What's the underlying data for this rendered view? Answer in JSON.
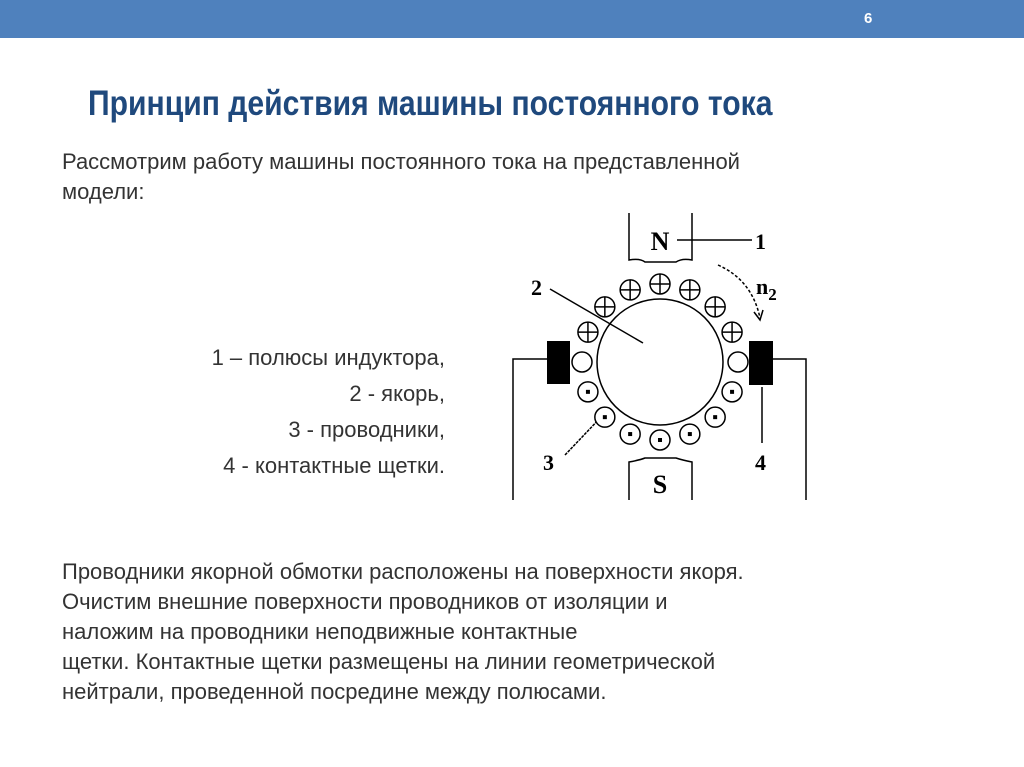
{
  "slide": {
    "page_number": "6",
    "title": "Принцип действия машины постоянного тока",
    "intro_lines": [
      "Рассмотрим работу машины постоянного тока на представленной",
      "модели:"
    ],
    "legend": [
      "1 – полюсы индуктора,",
      "2 - якорь,",
      "3 - проводники,",
      "4 - контактные щетки."
    ],
    "bottom_lines": [
      "Проводники якорной обмотки расположены на поверхности якоря.",
      "Очистим внешние поверхности проводников от изоляции и",
      "наложим на проводники неподвижные контактные",
      "щетки. Контактные щетки размещены на линии геометрической",
      "нейтрали, проведенной посредине между полюсами."
    ]
  },
  "diagram": {
    "pole_north": "N",
    "pole_south": "S",
    "label_1": "1",
    "label_2": "2",
    "label_3": "3",
    "label_4": "4",
    "rotation_label": "n",
    "rotation_sub": "2",
    "conductors": [
      "plus",
      "plus",
      "plus",
      "plus",
      "empty",
      "dot",
      "dot",
      "dot",
      "dot",
      "dot",
      "dot",
      "dot",
      "empty",
      "plus",
      "plus",
      "plus"
    ]
  },
  "colors": {
    "header": "#4f81bd",
    "title": "#1f497d",
    "text": "#333333"
  }
}
